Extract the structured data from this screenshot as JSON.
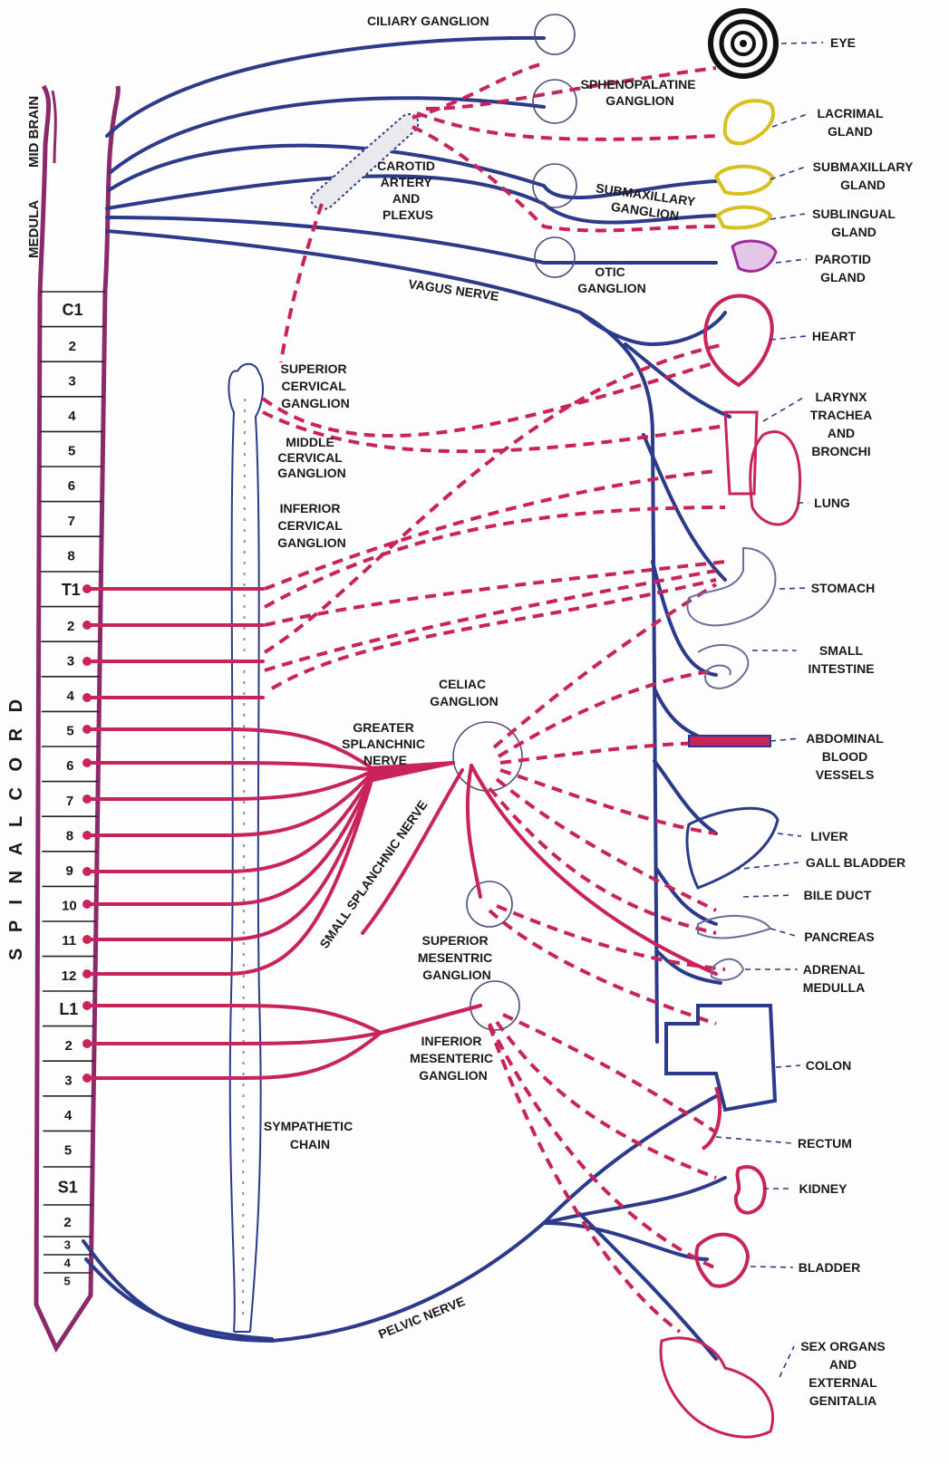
{
  "spinal": {
    "label_spinal_cord": "S P I N A L   C O R D",
    "label_medula": "MEDULA",
    "label_mid_brain": "MID BRAIN",
    "cervical": [
      "C1",
      "2",
      "3",
      "4",
      "5",
      "6",
      "7",
      "8"
    ],
    "thoracic": [
      "T1",
      "2",
      "3",
      "4",
      "5",
      "6",
      "7",
      "8",
      "9",
      "10",
      "11",
      "12"
    ],
    "lumbar": [
      "L1",
      "2",
      "3",
      "4",
      "5"
    ],
    "sacral": [
      "S1",
      "2",
      "3",
      "4",
      "5"
    ]
  },
  "ganglia": {
    "ciliary": "CILIARY GANGLION",
    "sphenopalatine": [
      "SPHENOPALATINE",
      "GANGLION"
    ],
    "carotid": [
      "CAROTID",
      "ARTERY",
      "AND",
      "PLEXUS"
    ],
    "submaxillary": [
      "SUBMAXILLARY",
      "GANGLION"
    ],
    "otic": [
      "OTIC",
      "GANGLION"
    ],
    "vagus": "VAGUS NERVE",
    "superior_cervical": [
      "SUPERIOR",
      "CERVICAL",
      "GANGLION"
    ],
    "middle_cervical": [
      "MIDDLE",
      "CERVICAL",
      "GANGLION"
    ],
    "inferior_cervical": [
      "INFERIOR",
      "CERVICAL",
      "GANGLION"
    ],
    "celiac": [
      "CELIAC",
      "GANGLION"
    ],
    "greater_splanchnic": [
      "GREATER",
      "SPLANCHNIC",
      "NERVE"
    ],
    "small_splanchnic": "SMALL SPLANCHNIC NERVE",
    "superior_mesentric": [
      "SUPERIOR",
      "MESENTRIC",
      "GANGLION"
    ],
    "inferior_mesenteric": [
      "INFERIOR",
      "MESENTERIC",
      "GANGLION"
    ],
    "sympathetic_chain": [
      "SYMPATHETIC",
      "CHAIN"
    ],
    "pelvic_nerve": "PELVIC NERVE"
  },
  "organs": [
    {
      "lines": [
        "EYE"
      ]
    },
    {
      "lines": [
        "LACRIMAL",
        "GLAND"
      ]
    },
    {
      "lines": [
        "SUBMAXILLARY",
        "GLAND"
      ]
    },
    {
      "lines": [
        "SUBLINGUAL",
        "GLAND"
      ]
    },
    {
      "lines": [
        "PAROTID",
        "GLAND"
      ]
    },
    {
      "lines": [
        "HEART"
      ]
    },
    {
      "lines": [
        "LARYNX",
        "TRACHEA",
        "AND",
        "BRONCHI"
      ]
    },
    {
      "lines": [
        "LUNG"
      ]
    },
    {
      "lines": [
        "STOMACH"
      ]
    },
    {
      "lines": [
        "SMALL",
        "INTESTINE"
      ]
    },
    {
      "lines": [
        "ABDOMINAL",
        "BLOOD",
        "VESSELS"
      ]
    },
    {
      "lines": [
        "LIVER"
      ]
    },
    {
      "lines": [
        "GALL BLADDER"
      ]
    },
    {
      "lines": [
        "BILE DUCT"
      ]
    },
    {
      "lines": [
        "PANCREAS"
      ]
    },
    {
      "lines": [
        "ADRENAL",
        "MEDULLA"
      ]
    },
    {
      "lines": [
        "COLON"
      ]
    },
    {
      "lines": [
        "RECTUM"
      ]
    },
    {
      "lines": [
        "KIDNEY"
      ]
    },
    {
      "lines": [
        "BLADDER"
      ]
    },
    {
      "lines": [
        "SEX ORGANS",
        "AND",
        "EXTERNAL",
        "GENITALIA"
      ]
    }
  ],
  "colors": {
    "parasympathetic": "#2b3a8a",
    "sympathetic": "#c8245a",
    "cord_outline": "#8a2a6a"
  }
}
